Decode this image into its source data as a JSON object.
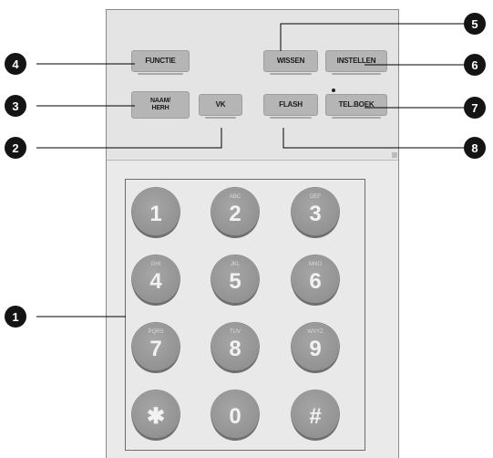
{
  "buttons": {
    "functie": "FUNCTIE",
    "wissen": "WISSEN",
    "instellen": "INSTELLEN",
    "naam_herh": "NAAM/\nHERH",
    "vk": "VK",
    "flash": "FLASH",
    "tel_boek": "TEL.BOEK"
  },
  "keys": [
    {
      "digit": "1",
      "letters": ""
    },
    {
      "digit": "2",
      "letters": "ABC"
    },
    {
      "digit": "3",
      "letters": "DEF"
    },
    {
      "digit": "4",
      "letters": "GHI"
    },
    {
      "digit": "5",
      "letters": "JKL"
    },
    {
      "digit": "6",
      "letters": "MNO"
    },
    {
      "digit": "7",
      "letters": "PQRS"
    },
    {
      "digit": "8",
      "letters": "TUV"
    },
    {
      "digit": "9",
      "letters": "WXYZ"
    },
    {
      "digit": "✱",
      "letters": ""
    },
    {
      "digit": "0",
      "letters": ""
    },
    {
      "digit": "#",
      "letters": ""
    }
  ],
  "callouts": [
    "1",
    "2",
    "3",
    "4",
    "5",
    "6",
    "7",
    "8"
  ]
}
